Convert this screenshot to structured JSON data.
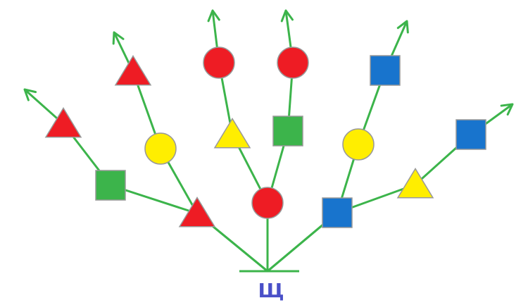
{
  "root_label": "Щ",
  "colors": {
    "line": "#3cb44b",
    "red": "#ee1c24",
    "yellow": "#ffee00",
    "green": "#3cb44b",
    "blue": "#1874cd",
    "label": "#4a50c8",
    "shape_outline": "#999999"
  },
  "branches": [
    {
      "name": "branch-far-left",
      "nodes": [
        {
          "shape": "triangle",
          "color": "red"
        },
        {
          "shape": "square",
          "color": "green"
        },
        {
          "shape": "triangle",
          "color": "red"
        }
      ]
    },
    {
      "name": "branch-left",
      "nodes": [
        {
          "shape": "triangle",
          "color": "red"
        },
        {
          "shape": "circle",
          "color": "yellow"
        },
        {
          "shape": "triangle",
          "color": "red"
        }
      ]
    },
    {
      "name": "branch-center-left",
      "nodes": [
        {
          "shape": "circle",
          "color": "red"
        },
        {
          "shape": "triangle",
          "color": "yellow"
        },
        {
          "shape": "circle",
          "color": "red"
        }
      ]
    },
    {
      "name": "branch-center-right",
      "nodes": [
        {
          "shape": "circle",
          "color": "red"
        },
        {
          "shape": "square",
          "color": "green"
        },
        {
          "shape": "circle",
          "color": "red"
        }
      ]
    },
    {
      "name": "branch-right",
      "nodes": [
        {
          "shape": "square",
          "color": "blue"
        },
        {
          "shape": "circle",
          "color": "yellow"
        },
        {
          "shape": "square",
          "color": "blue"
        }
      ]
    },
    {
      "name": "branch-far-right",
      "nodes": [
        {
          "shape": "square",
          "color": "blue"
        },
        {
          "shape": "triangle",
          "color": "yellow"
        },
        {
          "shape": "square",
          "color": "blue"
        }
      ]
    }
  ]
}
